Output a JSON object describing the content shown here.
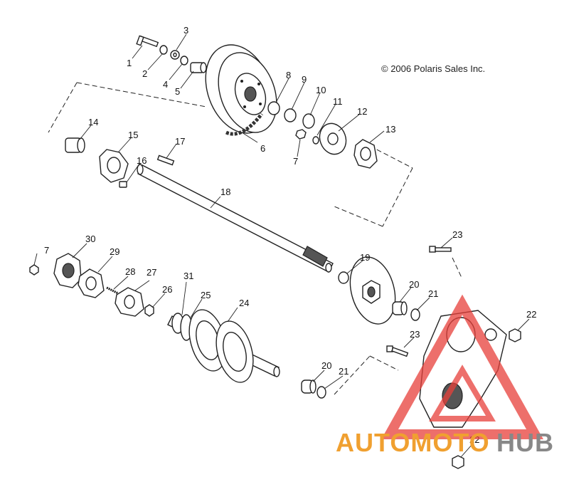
{
  "copyright": "© 2006 Polaris Sales Inc.",
  "watermark": {
    "part1": "AUTOMOTO",
    "part2": "HUB",
    "color_primary": "#f0a030",
    "color_secondary": "#888888",
    "logo_color": "#e8403a"
  },
  "callouts": {
    "c1": "1",
    "c2": "2",
    "c3": "3",
    "c4": "4",
    "c5": "5",
    "c6": "6",
    "c7a": "7",
    "c7b": "7",
    "c8": "8",
    "c9": "9",
    "c10": "10",
    "c11": "11",
    "c12": "12",
    "c13": "13",
    "c14": "14",
    "c15": "15",
    "c16": "16",
    "c17": "17",
    "c18": "18",
    "c19": "19",
    "c20a": "20",
    "c20b": "20",
    "c21a": "21",
    "c21b": "21",
    "c22a": "22",
    "c22b": "22",
    "c23a": "23",
    "c23b": "23",
    "c24": "24",
    "c25": "25",
    "c26": "26",
    "c27": "27",
    "c28": "28",
    "c29": "29",
    "c30": "30",
    "c31": "31"
  }
}
